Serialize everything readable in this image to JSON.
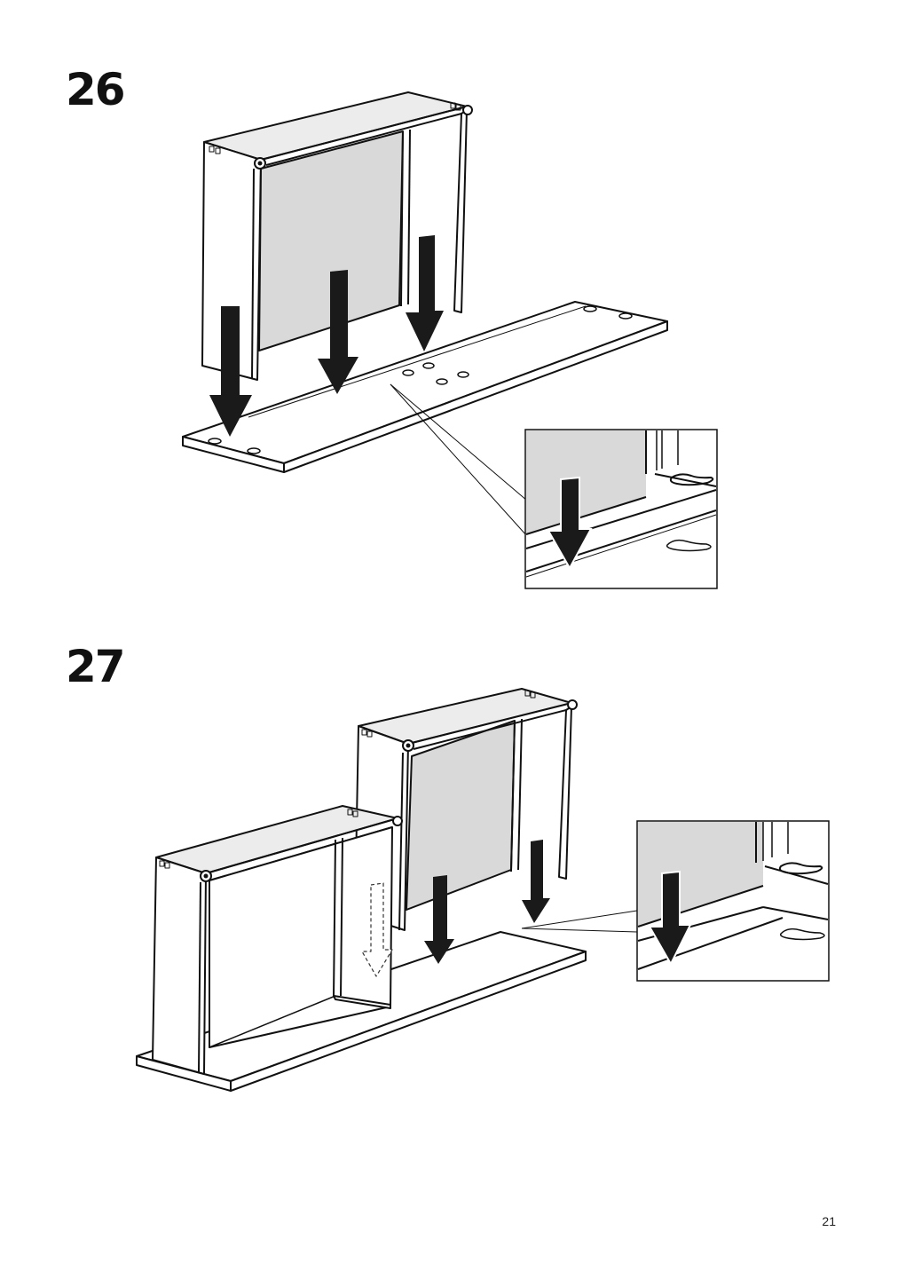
{
  "steps": [
    {
      "number": "26"
    },
    {
      "number": "27"
    }
  ],
  "page_number": "21",
  "colors": {
    "ink": "#111111",
    "panel_fill": "#d9d9d9",
    "arrow": "#1a1a1a"
  },
  "icons": [
    "down-arrow-icon",
    "dashed-down-arrow-icon",
    "magnifier-callout"
  ]
}
